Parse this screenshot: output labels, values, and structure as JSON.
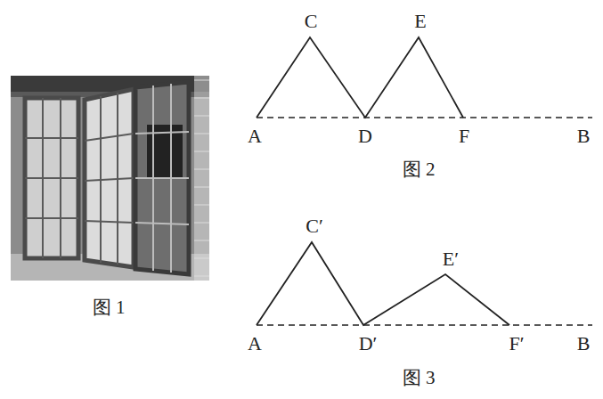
{
  "diagram": {
    "labels": [
      "C",
      "E",
      "A",
      "D",
      "F",
      "B",
      "图 2",
      "C′",
      "E′",
      "A",
      "D′",
      "F′",
      "B",
      "图 3",
      "图 1"
    ]
  }
}
